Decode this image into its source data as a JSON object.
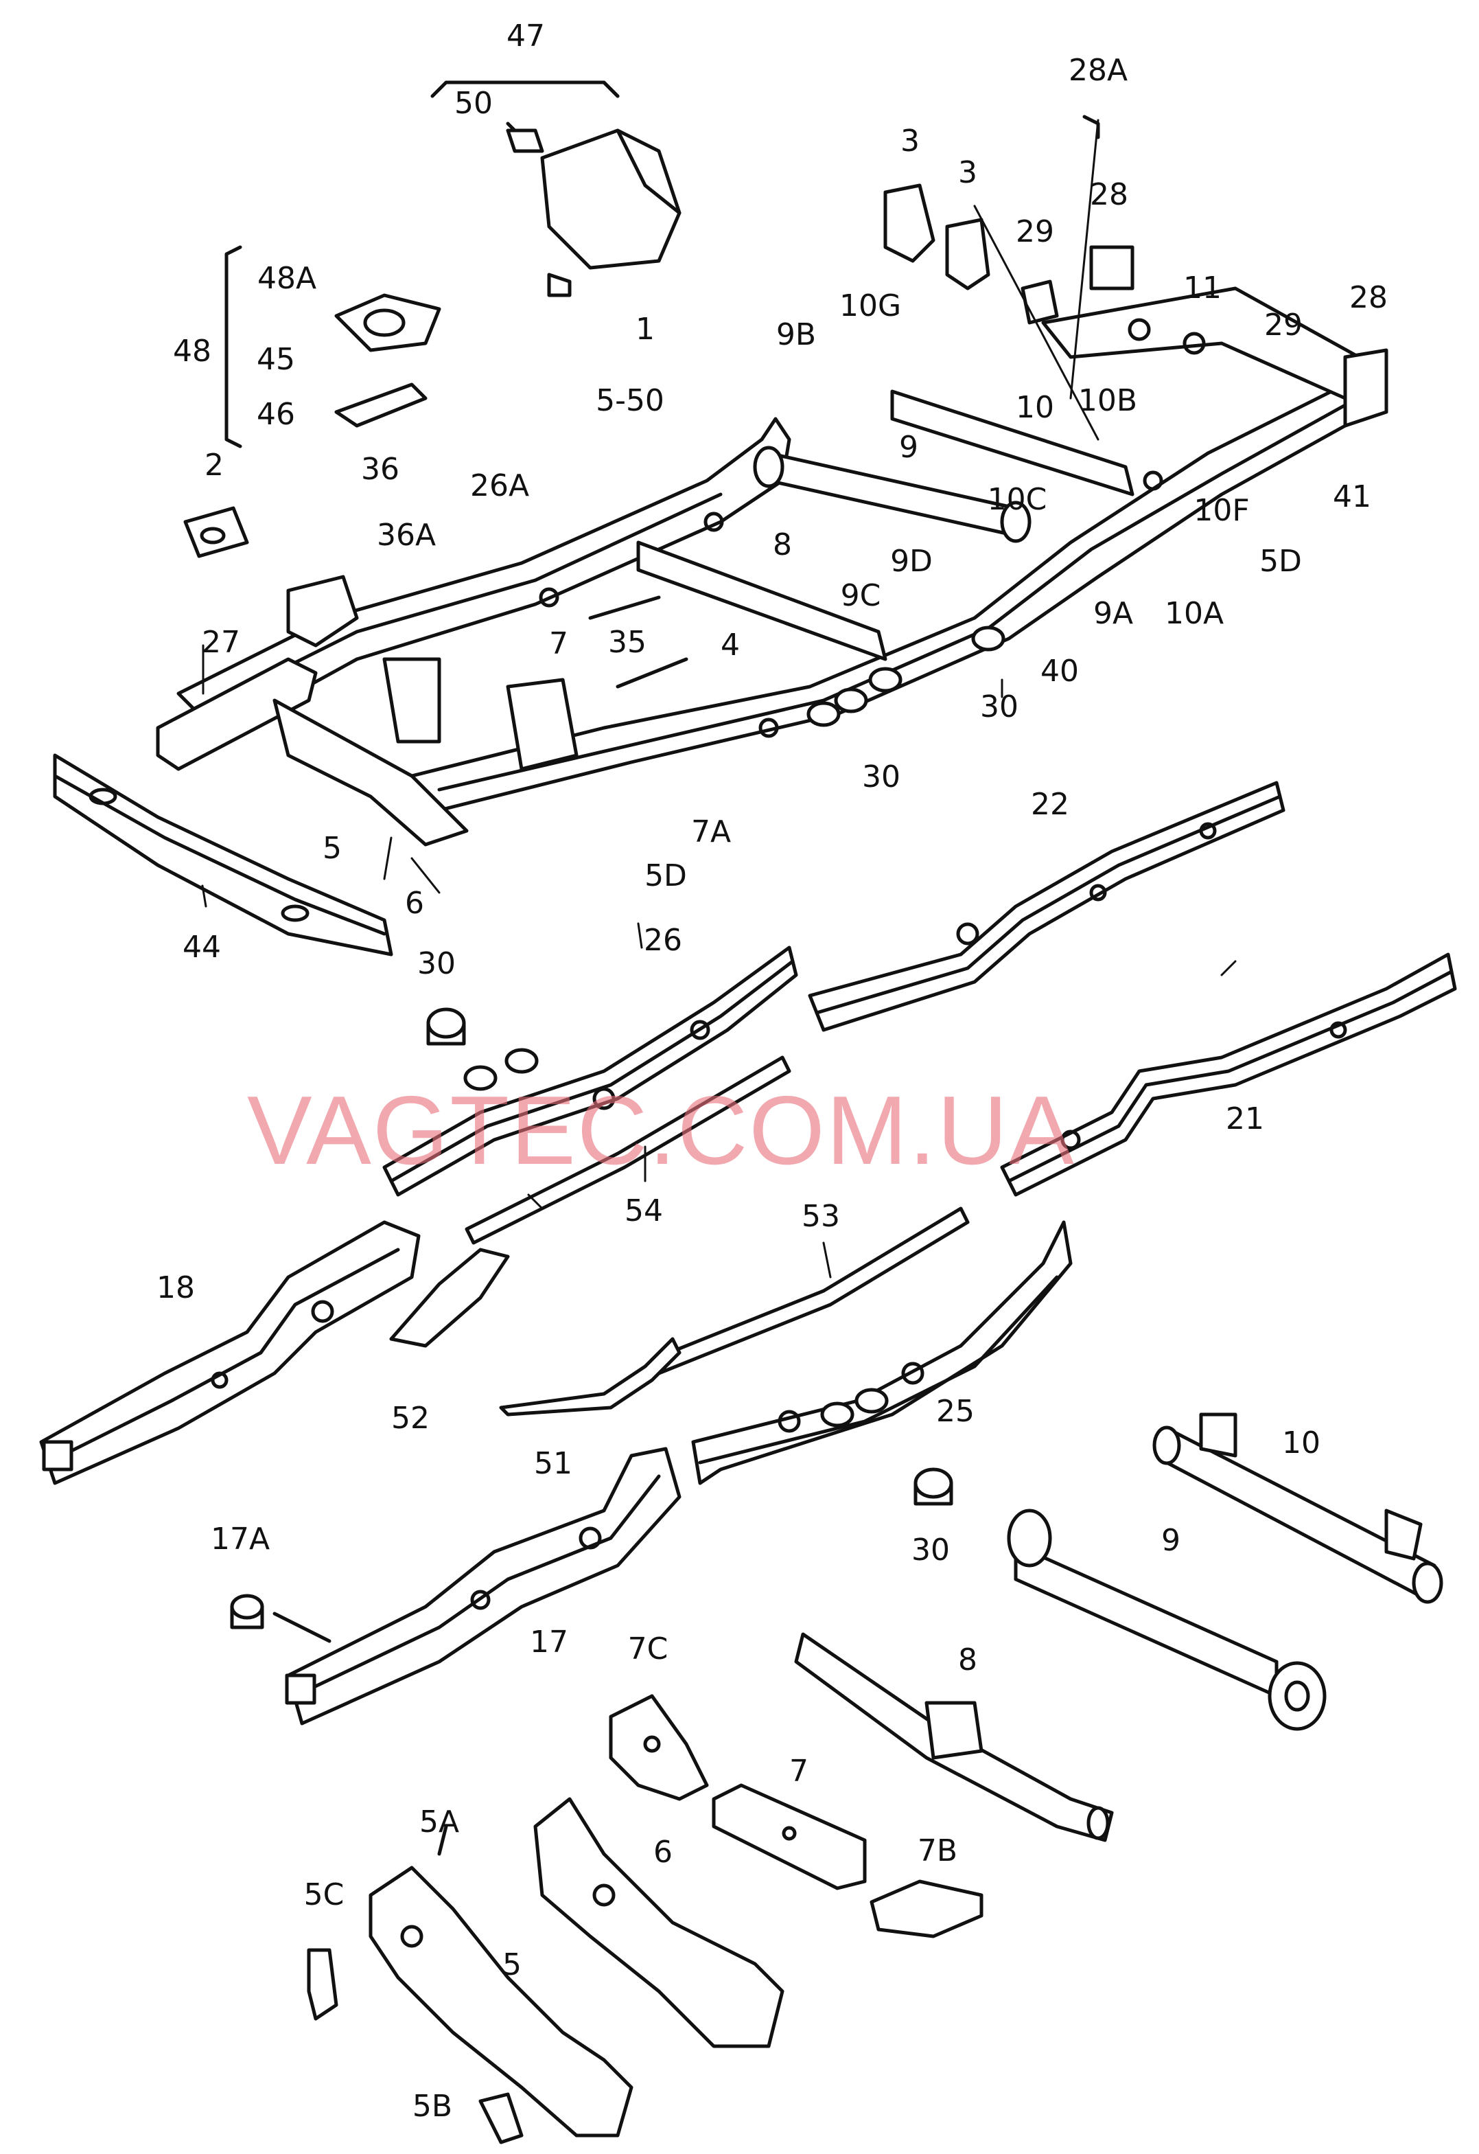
{
  "watermark": "VAGTEC.COM.UA",
  "labels": {
    "l47": "47",
    "l50": "50",
    "l28A": "28A",
    "l48A": "48A",
    "l48": "48",
    "l45": "45",
    "l46": "46",
    "l1": "1",
    "l5_50": "5-50",
    "l3a": "3",
    "l3b": "3",
    "l29a": "29",
    "l28a": "28",
    "l11": "11",
    "l28b": "28",
    "l29b": "29",
    "l9B": "9B",
    "l10G": "10G",
    "l10": "10",
    "l10B": "10B",
    "l9": "9",
    "l10C": "10C",
    "l10F": "10F",
    "l5Da": "5D",
    "l41": "41",
    "l2": "2",
    "l36": "36",
    "l26A": "26A",
    "l36A": "36A",
    "l8": "8",
    "l9D": "9D",
    "l9C": "9C",
    "l9A": "9A",
    "l10A": "10A",
    "l27": "27",
    "l7": "7",
    "l35": "35",
    "l4": "4",
    "l40": "40",
    "l30a": "30",
    "l30b": "30",
    "l7A": "7A",
    "l5a": "5",
    "l6a": "6",
    "l5Db": "5D",
    "l44": "44",
    "l22": "22",
    "l30c": "30",
    "l26": "26",
    "l21": "21",
    "l54": "54",
    "l53": "53",
    "l18": "18",
    "l52": "52",
    "l51": "51",
    "l25": "25",
    "l10b": "10",
    "l30d": "30",
    "l9b": "9",
    "l17A": "17A",
    "l17": "17",
    "l7C": "7C",
    "l8b": "8",
    "l7b": "7",
    "l7B": "7B",
    "l5A": "5A",
    "l6b": "6",
    "l5C": "5C",
    "l5b": "5",
    "l5B": "5B"
  }
}
